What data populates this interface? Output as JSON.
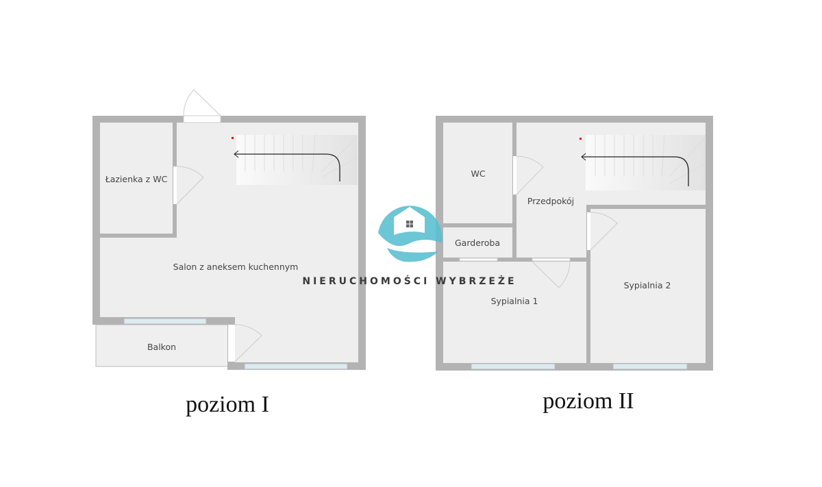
{
  "levels": [
    {
      "label": "poziom I",
      "rooms": {
        "bathroom": "Łazienka z WC",
        "living": "Salon z aneksem kuchennym",
        "balcony": "Balkon"
      }
    },
    {
      "label": "poziom II",
      "rooms": {
        "wc": "WC",
        "hall": "Przedpokój",
        "wardrobe": "Garderoba",
        "bedroom1": "Sypialnia 1",
        "bedroom2": "Sypialnia 2"
      }
    }
  ],
  "watermark": {
    "text": "NIERUCHOMOŚCI WYBRZEŻE",
    "color": "#5bc0d2"
  },
  "colors": {
    "wall": "#b3b3b3",
    "floor": "#eeeeee",
    "window": "#dcebf0"
  }
}
